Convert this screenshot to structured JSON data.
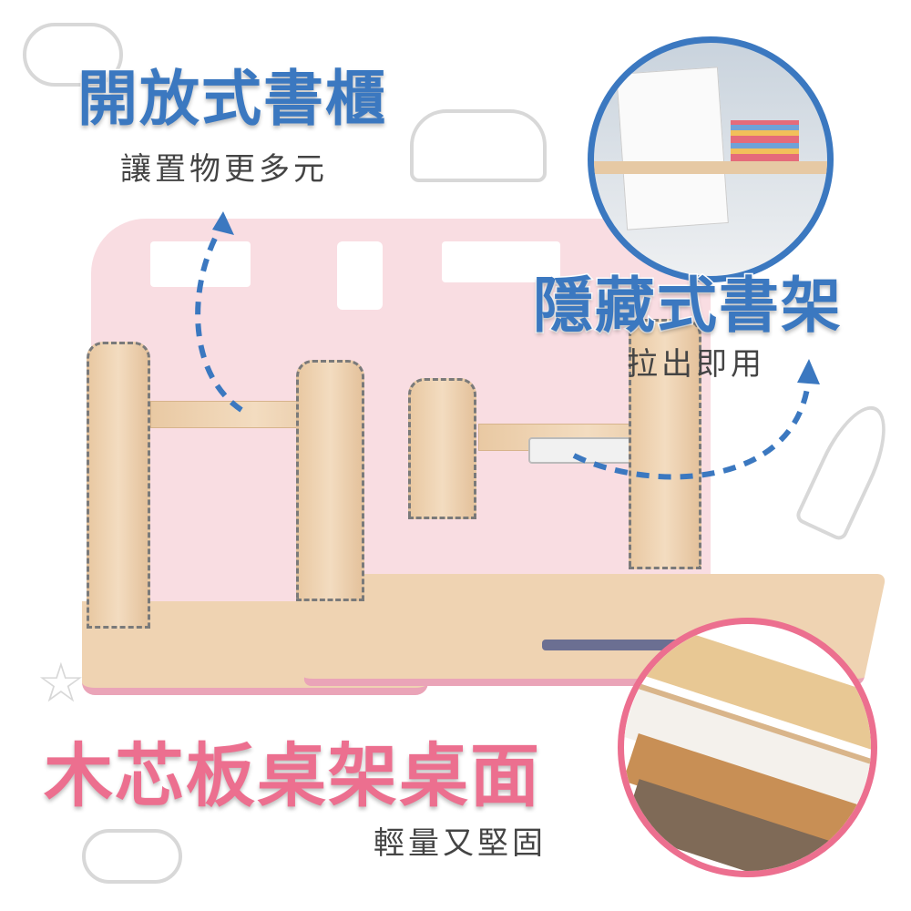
{
  "features": {
    "open_bookcase": {
      "title": "開放式書櫃",
      "subtitle": "讓置物更多元"
    },
    "hidden_shelf": {
      "title": "隱藏式書架",
      "subtitle": "拉出即用"
    },
    "desktop": {
      "title": "木芯板桌架桌面",
      "subtitle": "輕量又堅固"
    }
  },
  "colors": {
    "blue": "#3b78c0",
    "pink": "#ec6f8f",
    "backboard": "#f9dde2",
    "wood": "#efd3b2"
  }
}
